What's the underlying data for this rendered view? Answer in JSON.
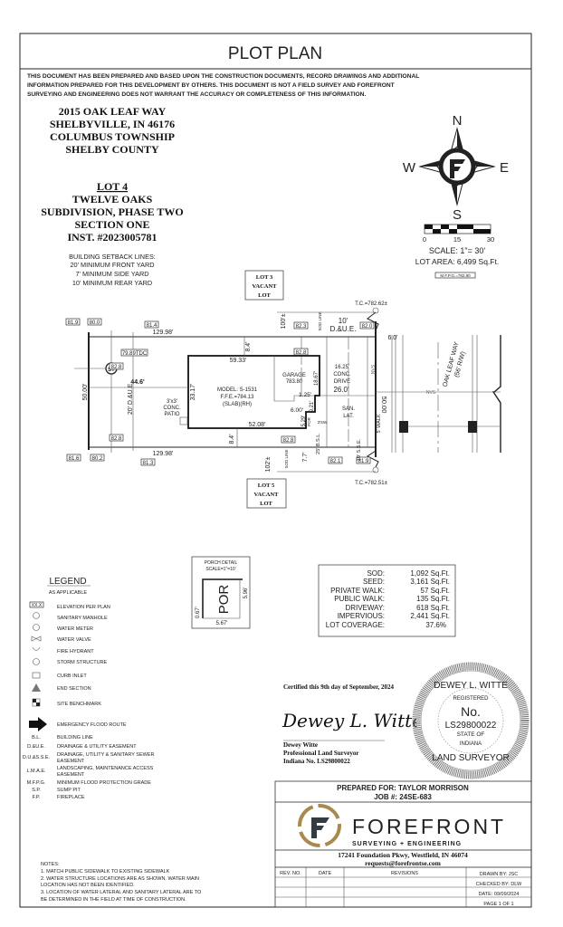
{
  "title": "PLOT PLAN",
  "disclaimer": [
    "THIS DOCUMENT HAS BEEN PREPARED AND BASED UPON THE CONSTRUCTION DOCUMENTS, RECORD DRAWINGS AND ADDITIONAL",
    "INFORMATION PREPARED FOR THIS DEVELOPMENT BY OTHERS. THIS DOCUMENT IS NOT A FIELD SURVEY AND FOREFRONT",
    "SURVEYING AND ENGINEERING DOES NOT WARRANT THE ACCURACY OR COMPLETENESS OF THIS INFORMATION."
  ],
  "address": [
    "2015 OAK LEAF WAY",
    "SHELBYVILLE, IN 46176",
    "COLUMBUS TOWNSHIP",
    "SHELBY COUNTY"
  ],
  "lot": [
    "LOT 4",
    "TWELVE OAKS",
    "SUBDIVISION, PHASE TWO",
    "SECTION ONE",
    "INST. #2023005781"
  ],
  "setbacks": [
    "BUILDING SETBACK LINES:",
    "20' MINIMUM FRONT YARD",
    "7' MINIMUM SIDE YARD",
    "10' MINIMUM REAR YARD"
  ],
  "compass": {
    "n": "N",
    "s": "S",
    "e": "E",
    "w": "W"
  },
  "scale": {
    "ticks": [
      "0",
      "15",
      "30"
    ],
    "text": "SCALE:  1\"=  30'",
    "lot_area": "LOT AREA: 6,499 Sq.Ft.",
    "mfpg": "M.F.P.G.=782.80"
  },
  "plan": {
    "lot3": [
      "LOT 3",
      "VACANT",
      "LOT"
    ],
    "lot5": [
      "LOT 5",
      "VACANT",
      "LOT"
    ],
    "elev": {
      "e1": "81.9",
      "e2": "80.0",
      "e3": "81.4",
      "e4": "79.89TDC",
      "e5": "82.8",
      "e6": "82.8",
      "e7": "81.6",
      "e8": "80.2",
      "e9": "81.3",
      "e10": "82.3",
      "e11": "82.8",
      "e12": "82.8",
      "e13": "82.0",
      "e14": "81.9",
      "e15": "82.1"
    },
    "dims": {
      "top": "129.98'",
      "bottom": "129.98'",
      "house_top": "59.33'",
      "house_bottom": "52.08'",
      "front_top": "8.4'",
      "front_bottom": "8.4'",
      "depth": "33.17'",
      "rear": "44.6'",
      "lot_width": "50.00'",
      "due_rear": "20' D.&U.E.",
      "garage_depth": "18.67'",
      "g1": "1.25'",
      "g2": "9.21'",
      "g3": "6.00'",
      "g4": "5.29'",
      "drive_len": "26.0'",
      "side_top": "100'±",
      "side_bottom": "102'±",
      "sod_gap": "7.7'",
      "row_w": "6.0'",
      "frontage": "50.00",
      "bsl": "25' B.S.L.",
      "sse": "10' S.S.E."
    },
    "house": [
      "MODEL: S-1531",
      "F.F.E.=784.13",
      "(SLAB)(RH)"
    ],
    "garage": [
      "GARAGE",
      "783.80"
    ],
    "patio": [
      "3'x3'",
      "CONC.",
      "PATIO"
    ],
    "drive": [
      "16.25'",
      "CONC.",
      "DRIVE"
    ],
    "due_front": [
      "10'",
      "D.&U.E."
    ],
    "san_lat": [
      "SAN.",
      "LAT."
    ],
    "por": "POR",
    "sw3": "3'SW",
    "sod_line": "SOD LINE",
    "walk": "5' WALK",
    "nvs": "NVS",
    "storm": "ST",
    "tc_top": "T.C.=782.62±",
    "tc_bottom": "T.C.=782.51±",
    "street": [
      "OAK LEAF WAY",
      "(56' R/W)"
    ]
  },
  "legend": {
    "title": "LEGEND",
    "subtitle": "AS APPLICABLE",
    "symbols": [
      {
        "sym": "XX.X",
        "label": "ELEVATION PER PLAN"
      },
      {
        "sym": "sanitary-manhole-icon",
        "label": "SANITARY MANHOLE"
      },
      {
        "sym": "water-meter-icon",
        "label": "WATER METER"
      },
      {
        "sym": "water-valve-icon",
        "label": "WATER VALVE"
      },
      {
        "sym": "fire-hydrant-icon",
        "label": "FIRE HYDRANT"
      },
      {
        "sym": "storm-structure-icon",
        "label": "STORM STRUCTURE"
      },
      {
        "sym": "curb-inlet-icon",
        "label": "CURB INLET"
      },
      {
        "sym": "end-section-icon",
        "label": "END SECTION"
      },
      {
        "sym": "site-benchmark-icon",
        "label": "SITE BENCHMARK"
      },
      {
        "sym": "arrow-icon",
        "label": "EMERGENCY FLOOD ROUTE"
      }
    ],
    "abbrevs": [
      {
        "abbr": "B.L.",
        "label": [
          "BUILDING LINE"
        ]
      },
      {
        "abbr": "D.&U.E.",
        "label": [
          "DRAINAGE & UTILITY EASEMENT"
        ]
      },
      {
        "abbr": "D.U.&S.S.E.",
        "label": [
          "DRAINAGE, UTILITY & SANITARY SEWER",
          "EASEMENT"
        ]
      },
      {
        "abbr": "L.M.A.E.",
        "label": [
          "LANDSCAPING, MAINTENANCE ACCESS",
          "EASEMENT"
        ]
      },
      {
        "abbr": "M.F.P.G.",
        "label": [
          "MINIMUM FLOOD PROTECTION GRADE"
        ]
      },
      {
        "abbr": "S.P.",
        "label": [
          "SUMP PIT"
        ]
      },
      {
        "abbr": "F.P.",
        "label": [
          "FIREPLACE"
        ]
      }
    ]
  },
  "porch": {
    "title": "PORCH DETAIL",
    "scale": "SCALE=1\"=10'",
    "label": "POR",
    "d1": "0.67'",
    "d2": "5.96'",
    "d3": "5.67'"
  },
  "quantities": [
    {
      "label": "SOD:",
      "value": "1,092 Sq.Ft."
    },
    {
      "label": "SEED:",
      "value": "3,161 Sq.Ft."
    },
    {
      "label": "PRIVATE WALK:",
      "value": "57 Sq.Ft."
    },
    {
      "label": "PUBLIC WALK:",
      "value": "135 Sq.Ft."
    },
    {
      "label": "DRIVEWAY:",
      "value": "618 Sq.Ft."
    },
    {
      "label": "IMPERVIOUS:",
      "value": "2,441 Sq.Ft."
    },
    {
      "label": "LOT COVERAGE:",
      "value": "37.6%"
    }
  ],
  "certification": {
    "statement": "Certified this 9th day of September, 2024",
    "signature": "Dewey L. Witte",
    "name": "Dewey Witte",
    "role": "Professional Land Surveyor",
    "license": "Indiana No. LS29800022"
  },
  "seal": {
    "name": "DEWEY L. WITTE",
    "registered": "REGISTERED",
    "no": "No.",
    "number": "LS29800022",
    "state_of": "STATE OF",
    "state": "INDIANA",
    "title": "LAND SURVEYOR"
  },
  "notes": {
    "title": "NOTES:",
    "lines": [
      "1. MATCH PUBLIC SIDEWALK TO EXISTING SIDEWALK",
      "2. WATER STRUCTURE LOCATIONS ARE AS SHOWN. WATER MAIN",
      "LOCATION HAS NOT BEEN IDENTIFIED.",
      "3. LOCATION OF WATER LATERAL AND SANITARY LATERAL ARE TO",
      "BE DETERMINED IN THE FIELD AT TIME OF CONSTRUCTION."
    ]
  },
  "titleblock": {
    "prepared_for": "PREPARED FOR: TAYLOR MORRISON",
    "job": "JOB #: 24SE-683",
    "company": "FOREFRONT",
    "tagline": "SURVEYING + ENGINEERING",
    "address": "17241 Foundation Pkwy, Westfield, IN 46074",
    "email": "requests@forefrontse.com",
    "rev_headers": [
      "REV. NO.",
      "DATE",
      "REVISIONS"
    ],
    "drawn_by": "DRAWN BY: JSC",
    "checked_by": "CHECKED BY: DLW",
    "date": "DATE: 09/09/2024",
    "page": "PAGE 1 OF 1",
    "brand_gold": "#a88a4e",
    "brand_dark": "#333b44"
  }
}
